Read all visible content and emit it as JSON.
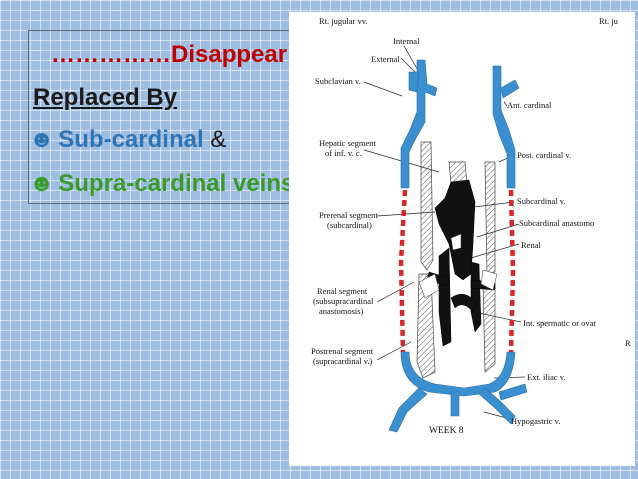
{
  "slide": {
    "line1": "……………Disappear",
    "line2": "Replaced By",
    "bullet_glyph": "☻",
    "line3_blue": "Sub-cardinal",
    "line3_rest": " &",
    "line4_green_a": "Supra-cardinal",
    "line4_green_b": " veins"
  },
  "diagram": {
    "labels": {
      "rt_jugular": "Rt. jugular vv.",
      "rt_ju_right": "Rt. ju",
      "internal": "Internal",
      "external": "External",
      "subclavian": "Subclavian v.",
      "ant_cardinal": "Ant. cardinal",
      "hepatic1": "Hepatic segment",
      "hepatic2": "of inf. v. c.",
      "post_cardinal": "Post. cardinal v.",
      "subcardinal_v": "Subcardinal v.",
      "prerenal1": "Prerenal segment",
      "prerenal2": "(subcardinal)",
      "subcard_anast": "Subcardinal anastomo",
      "renal": "Renal",
      "renal_seg1": "Renal segment",
      "renal_seg2": "(subsupracardinal",
      "renal_seg3": "anastomosis)",
      "int_spermatic": "Int. spermatic or ovar",
      "r_letter": "R",
      "postrenal1": "Postrenal segment",
      "postrenal2": "(supracardinal v.)",
      "ext_iliac": "Ext. iliac v.",
      "week": "WEEK 8",
      "hypogastric": "Hypogastric v."
    },
    "colors": {
      "vein_blue": "#3a8fd0",
      "dashed_red": "#d62828"
    }
  }
}
